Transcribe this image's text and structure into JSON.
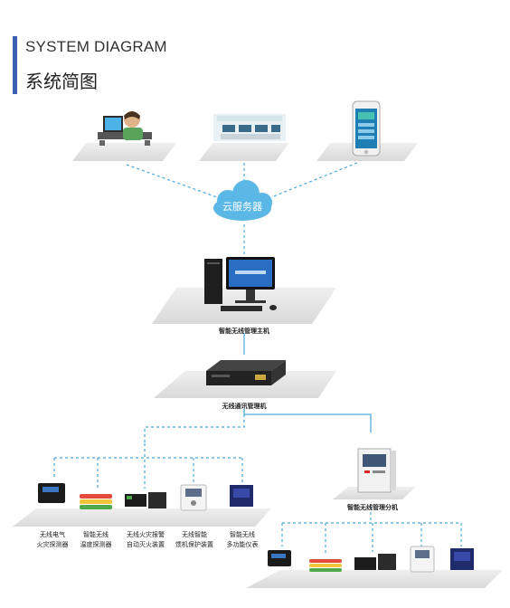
{
  "header": {
    "title_en": "SYSTEM DIAGRAM",
    "title_cn": "系统简图"
  },
  "nodes": {
    "cloud": "云服务器",
    "host": "智能无线管理主机",
    "comm": "无线通讯管理机",
    "branch": "智能无线管理分机"
  },
  "devices": [
    {
      "line1": "无线电气",
      "line2": "火灾探测器"
    },
    {
      "line1": "智能无线",
      "line2": "温度探测器"
    },
    {
      "line1": "无线火灾报警",
      "line2": "自动灭火装置"
    },
    {
      "line1": "无线智能",
      "line2": "馈机保护装置"
    },
    {
      "line1": "智能无线",
      "line2": "多功能仪表"
    }
  ],
  "colors": {
    "accent": "#3a5fb0",
    "link": "#4aa8d8",
    "cloud": "#5bb8e6",
    "platform": "#e6e6e6"
  }
}
